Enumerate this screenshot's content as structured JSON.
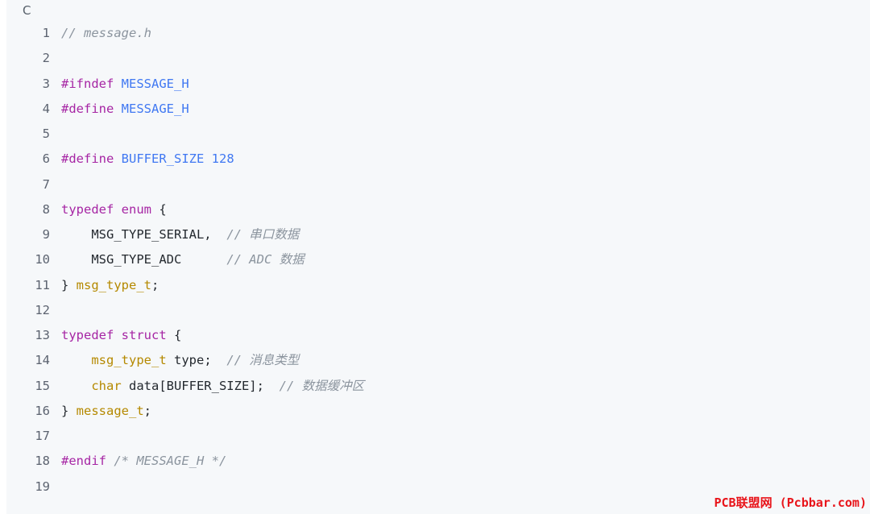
{
  "language_label": "C",
  "watermark": "PCB联盟网 (Pcbbar.com)",
  "colors": {
    "background": "#f6f8fa",
    "comment": "#8b949e",
    "keyword": "#a626a4",
    "macro": "#4078f2",
    "type": "#b58900",
    "plain": "#24292f",
    "line_number": "#5c6370",
    "watermark": "#e8141a"
  },
  "lines": [
    {
      "n": "1",
      "tokens": [
        {
          "t": "// message.h",
          "c": "cm"
        }
      ]
    },
    {
      "n": "2",
      "tokens": []
    },
    {
      "n": "3",
      "tokens": [
        {
          "t": "#ifndef",
          "c": "kw"
        },
        {
          "t": " ",
          "c": "pln"
        },
        {
          "t": "MESSAGE_H",
          "c": "mac"
        }
      ]
    },
    {
      "n": "4",
      "tokens": [
        {
          "t": "#define",
          "c": "kw"
        },
        {
          "t": " ",
          "c": "pln"
        },
        {
          "t": "MESSAGE_H",
          "c": "mac"
        }
      ]
    },
    {
      "n": "5",
      "tokens": []
    },
    {
      "n": "6",
      "tokens": [
        {
          "t": "#define",
          "c": "kw"
        },
        {
          "t": " ",
          "c": "pln"
        },
        {
          "t": "BUFFER_SIZE 128",
          "c": "mac"
        }
      ]
    },
    {
      "n": "7",
      "tokens": []
    },
    {
      "n": "8",
      "tokens": [
        {
          "t": "typedef",
          "c": "kw"
        },
        {
          "t": " ",
          "c": "pln"
        },
        {
          "t": "enum",
          "c": "kw"
        },
        {
          "t": " {",
          "c": "pln"
        }
      ]
    },
    {
      "n": "9",
      "tokens": [
        {
          "t": "    MSG_TYPE_SERIAL,  ",
          "c": "pln"
        },
        {
          "t": "// 串口数据",
          "c": "cm"
        }
      ]
    },
    {
      "n": "10",
      "tokens": [
        {
          "t": "    MSG_TYPE_ADC      ",
          "c": "pln"
        },
        {
          "t": "// ADC 数据",
          "c": "cm"
        }
      ]
    },
    {
      "n": "11",
      "tokens": [
        {
          "t": "} ",
          "c": "pln"
        },
        {
          "t": "msg_type_t",
          "c": "typ"
        },
        {
          "t": ";",
          "c": "pln"
        }
      ]
    },
    {
      "n": "12",
      "tokens": []
    },
    {
      "n": "13",
      "tokens": [
        {
          "t": "typedef",
          "c": "kw"
        },
        {
          "t": " ",
          "c": "pln"
        },
        {
          "t": "struct",
          "c": "kw"
        },
        {
          "t": " {",
          "c": "pln"
        }
      ]
    },
    {
      "n": "14",
      "tokens": [
        {
          "t": "    ",
          "c": "pln"
        },
        {
          "t": "msg_type_t",
          "c": "typ"
        },
        {
          "t": " type;  ",
          "c": "pln"
        },
        {
          "t": "// 消息类型",
          "c": "cm"
        }
      ]
    },
    {
      "n": "15",
      "tokens": [
        {
          "t": "    ",
          "c": "pln"
        },
        {
          "t": "char",
          "c": "typ"
        },
        {
          "t": " data[BUFFER_SIZE];  ",
          "c": "pln"
        },
        {
          "t": "// 数据缓冲区",
          "c": "cm"
        }
      ]
    },
    {
      "n": "16",
      "tokens": [
        {
          "t": "} ",
          "c": "pln"
        },
        {
          "t": "message_t",
          "c": "typ"
        },
        {
          "t": ";",
          "c": "pln"
        }
      ]
    },
    {
      "n": "17",
      "tokens": []
    },
    {
      "n": "18",
      "tokens": [
        {
          "t": "#endif",
          "c": "kw"
        },
        {
          "t": " ",
          "c": "pln"
        },
        {
          "t": "/* MESSAGE_H */",
          "c": "cm"
        }
      ]
    },
    {
      "n": "19",
      "tokens": []
    }
  ]
}
